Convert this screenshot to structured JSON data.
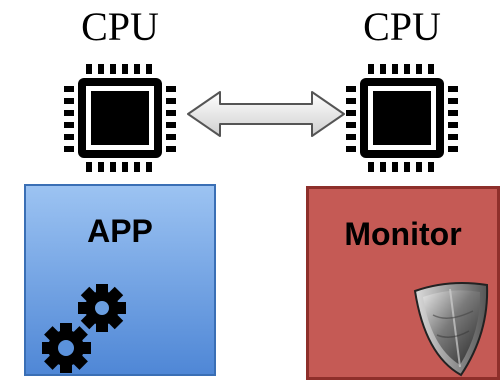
{
  "cpus": [
    {
      "label": "CPU"
    },
    {
      "label": "CPU"
    }
  ],
  "app_box": {
    "label": "APP",
    "color": "#6fa3e6",
    "icon": "gears-icon"
  },
  "monitor_box": {
    "label": "Monitor",
    "color": "#c55a55",
    "icon": "shield-icon"
  },
  "connector": {
    "icon": "double-arrow-icon"
  }
}
